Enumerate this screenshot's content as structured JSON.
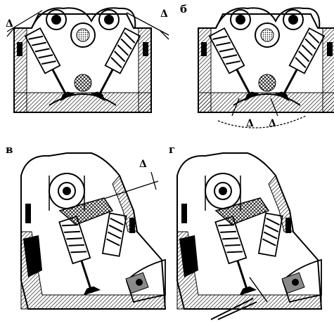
{
  "panels": [
    {
      "letter": "",
      "gap_marks": [
        "Δ",
        "Δ"
      ]
    },
    {
      "letter": "б",
      "gap_marks": [
        "Δ",
        "Δ"
      ]
    },
    {
      "letter": "в",
      "gap_marks": [
        "Δ"
      ]
    },
    {
      "letter": "г",
      "gap_marks": []
    }
  ],
  "colors": {
    "ink": "#000000",
    "paper": "#ffffff",
    "shade": "#8a8a8a"
  }
}
